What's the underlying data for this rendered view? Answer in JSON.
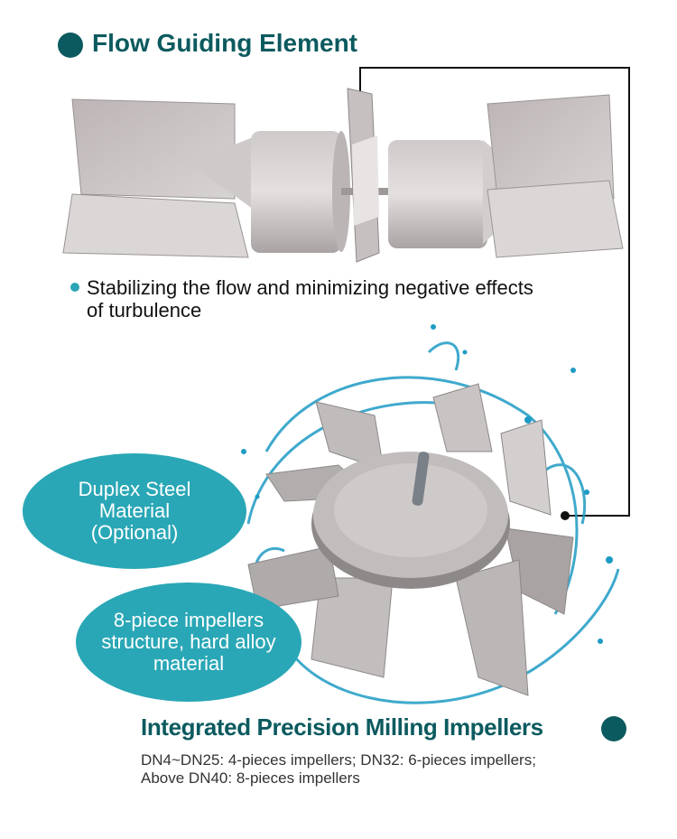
{
  "section1": {
    "title": "Flow Guiding Element",
    "bullet": "Stabilizing the flow and minimizing negative effects of turbulence",
    "bullet_line1": "Stabilizing the flow and minimizing negative effects",
    "bullet_line2": "of turbulence"
  },
  "callouts": [
    {
      "line1": "Duplex Steel",
      "line2": "Material",
      "line3": "(Optional)"
    },
    {
      "line1": "8-piece impellers",
      "line2": "structure, hard alloy",
      "line3": "material"
    }
  ],
  "section2": {
    "title": "Integrated Precision Milling Impellers",
    "spec_line1": "DN4~DN25: 4-pieces impellers; DN32: 6-pieces impellers;",
    "spec_line2": "Above DN40: 8-pieces impellers"
  },
  "colors": {
    "heading": "#0b5a5f",
    "callout": "#2aa7b6",
    "water": "#1e9bc4",
    "steel": "#b9b4b4"
  },
  "icons": {
    "heading_marker": "filled-circle",
    "bullet": "small-filled-circle"
  }
}
